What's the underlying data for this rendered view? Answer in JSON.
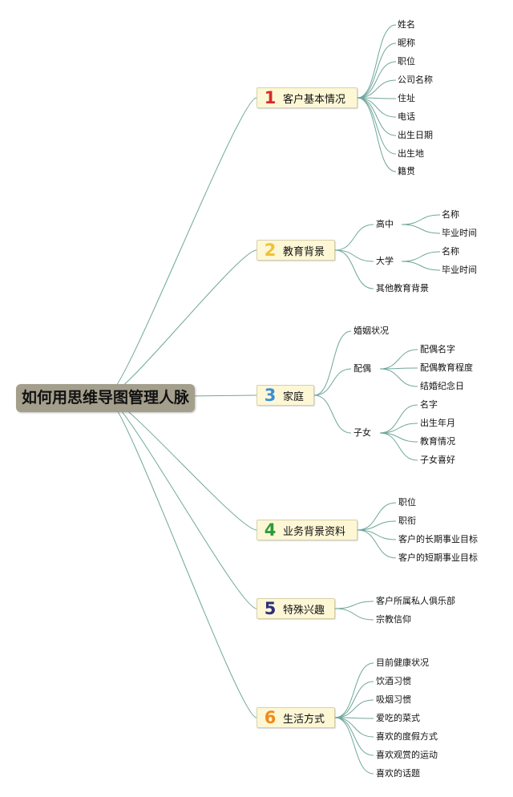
{
  "root": "如何用思维导图管理人脉",
  "branches": [
    {
      "num": "1",
      "color": "#d52b2b",
      "label": "客户基本情况",
      "items": [
        "姓名",
        "昵称",
        "职位",
        "公司名称",
        "住址",
        "电话",
        "出生日期",
        "出生地",
        "籍贯"
      ]
    },
    {
      "num": "2",
      "color": "#f2c033",
      "label": "教育背景",
      "items": [
        {
          "label": "高中",
          "items": [
            "名称",
            "毕业时间"
          ]
        },
        {
          "label": "大学",
          "items": [
            "名称",
            "毕业时间"
          ]
        },
        "其他教育背景"
      ]
    },
    {
      "num": "3",
      "color": "#3a8fd6",
      "label": "家庭",
      "items": [
        "婚姻状况",
        {
          "label": "配偶",
          "items": [
            "配偶名字",
            "配偶教育程度",
            "结婚纪念日"
          ]
        },
        {
          "label": "子女",
          "items": [
            "名字",
            "出生年月",
            "教育情况",
            "子女喜好"
          ]
        }
      ]
    },
    {
      "num": "4",
      "color": "#2e9a3a",
      "label": "业务背景资料",
      "items": [
        "职位",
        "职衔",
        "客户的长期事业目标",
        "客户的短期事业目标"
      ]
    },
    {
      "num": "5",
      "color": "#2c2f7a",
      "label": "特殊兴趣",
      "items": [
        "客户所属私人俱乐部",
        "宗教信仰"
      ]
    },
    {
      "num": "6",
      "color": "#f08a1c",
      "label": "生活方式",
      "items": [
        "目前健康状况",
        "饮酒习惯",
        "吸烟习惯",
        "爱吃的菜式",
        "喜欢的度假方式",
        "喜欢观赏的运动",
        "喜欢的话题"
      ]
    }
  ]
}
